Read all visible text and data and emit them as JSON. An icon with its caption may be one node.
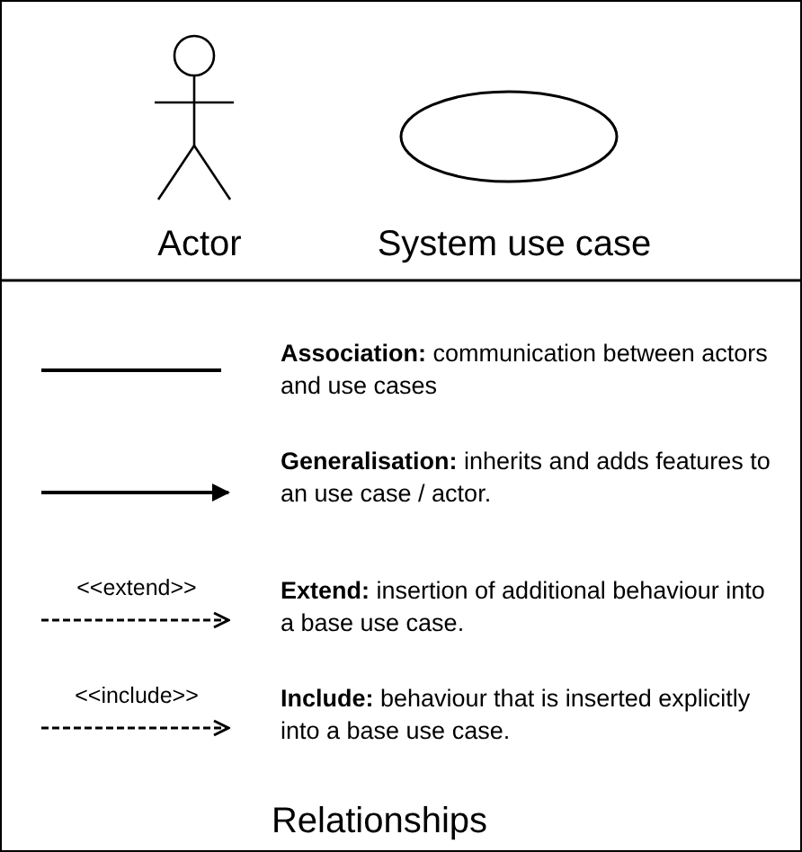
{
  "diagram": {
    "legend": [
      {
        "text": "Actor"
      },
      {
        "text": "System use case"
      },
      {
        "text": "**Association:** communication between actors and use cases"
      },
      {
        "text": "**Generalisation:** inherits and adds features to an use case / actor."
      },
      {
        "text": "**Extend:** insertion of additional behaviour into a base use case."
      },
      {
        "text": "**Include:** behaviour that is inserted explicitly into a base use case."
      }
    ],
    "labels": [
      "<<extend>>",
      "<<include>>",
      "Relationships"
    ]
  }
}
